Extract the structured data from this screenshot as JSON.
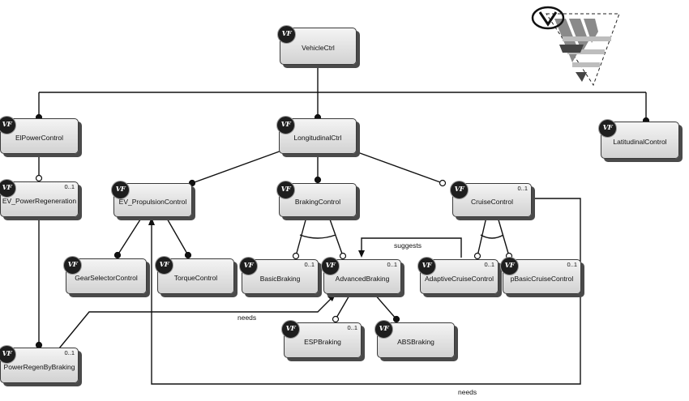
{
  "diagram": {
    "nodes": [
      {
        "id": "vehicle-ctrl",
        "label": "VehicleCtrl",
        "badge": "VF",
        "cardinality": ""
      },
      {
        "id": "el-power-control",
        "label": "ElPowerControl",
        "badge": "VF",
        "cardinality": ""
      },
      {
        "id": "longitudinal-ctrl",
        "label": "LongitudinalCtrl",
        "badge": "VF",
        "cardinality": ""
      },
      {
        "id": "latitudinal-control",
        "label": "LatitudinalControl",
        "badge": "VF",
        "cardinality": ""
      },
      {
        "id": "ev-power-regeneration",
        "label": "EV_PowerRegeneration",
        "badge": "VF",
        "cardinality": "0..1"
      },
      {
        "id": "ev-propulsion-control",
        "label": "EV_PropulsionControl",
        "badge": "VF",
        "cardinality": ""
      },
      {
        "id": "braking-control",
        "label": "BrakingControl",
        "badge": "VF",
        "cardinality": ""
      },
      {
        "id": "cruise-control",
        "label": "CruiseControl",
        "badge": "VF",
        "cardinality": "0..1"
      },
      {
        "id": "gear-selector-control",
        "label": "GearSelectorControl",
        "badge": "VF",
        "cardinality": ""
      },
      {
        "id": "torque-control",
        "label": "TorqueControl",
        "badge": "VF",
        "cardinality": ""
      },
      {
        "id": "basic-braking",
        "label": "BasicBraking",
        "badge": "VF",
        "cardinality": "0..1"
      },
      {
        "id": "advanced-braking",
        "label": "AdvancedBraking",
        "badge": "VF",
        "cardinality": "0..1"
      },
      {
        "id": "adaptive-cruise-control",
        "label": "AdaptiveCruiseControl",
        "badge": "VF",
        "cardinality": "0..1"
      },
      {
        "id": "pbasic-cruise-control",
        "label": "pBasicCruiseControl",
        "badge": "VF",
        "cardinality": "0..1"
      },
      {
        "id": "esp-braking",
        "label": "ESPBraking",
        "badge": "VF",
        "cardinality": "0..1"
      },
      {
        "id": "abs-braking",
        "label": "ABSBraking",
        "badge": "VF",
        "cardinality": ""
      },
      {
        "id": "power-regen-by-braking",
        "label": "PowerRegenByBraking",
        "badge": "VF",
        "cardinality": "0..1"
      }
    ],
    "edges": [
      {
        "from": "vehicle-ctrl",
        "to": "el-power-control",
        "kind": "mandatory"
      },
      {
        "from": "vehicle-ctrl",
        "to": "longitudinal-ctrl",
        "kind": "mandatory"
      },
      {
        "from": "vehicle-ctrl",
        "to": "latitudinal-control",
        "kind": "mandatory"
      },
      {
        "from": "el-power-control",
        "to": "ev-power-regeneration",
        "kind": "optional"
      },
      {
        "from": "ev-power-regeneration",
        "to": "power-regen-by-braking",
        "kind": "mandatory"
      },
      {
        "from": "longitudinal-ctrl",
        "to": "ev-propulsion-control",
        "kind": "mandatory"
      },
      {
        "from": "longitudinal-ctrl",
        "to": "braking-control",
        "kind": "mandatory"
      },
      {
        "from": "longitudinal-ctrl",
        "to": "cruise-control",
        "kind": "optional"
      },
      {
        "from": "ev-propulsion-control",
        "to": "gear-selector-control",
        "kind": "mandatory"
      },
      {
        "from": "ev-propulsion-control",
        "to": "torque-control",
        "kind": "mandatory"
      },
      {
        "from": "braking-control",
        "to": "basic-braking",
        "kind": "alternative"
      },
      {
        "from": "braking-control",
        "to": "advanced-braking",
        "kind": "alternative"
      },
      {
        "from": "cruise-control",
        "to": "adaptive-cruise-control",
        "kind": "alternative"
      },
      {
        "from": "cruise-control",
        "to": "pbasic-cruise-control",
        "kind": "alternative"
      },
      {
        "from": "advanced-braking",
        "to": "esp-braking",
        "kind": "optional"
      },
      {
        "from": "advanced-braking",
        "to": "abs-braking",
        "kind": "mandatory"
      }
    ],
    "relations": [
      {
        "from": "adaptive-cruise-control",
        "to": "advanced-braking",
        "label": "suggests"
      },
      {
        "from": "power-regen-by-braking",
        "to": "advanced-braking",
        "label": "needs"
      },
      {
        "from": "cruise-control",
        "to": "ev-propulsion-control",
        "label": "needs"
      }
    ]
  }
}
